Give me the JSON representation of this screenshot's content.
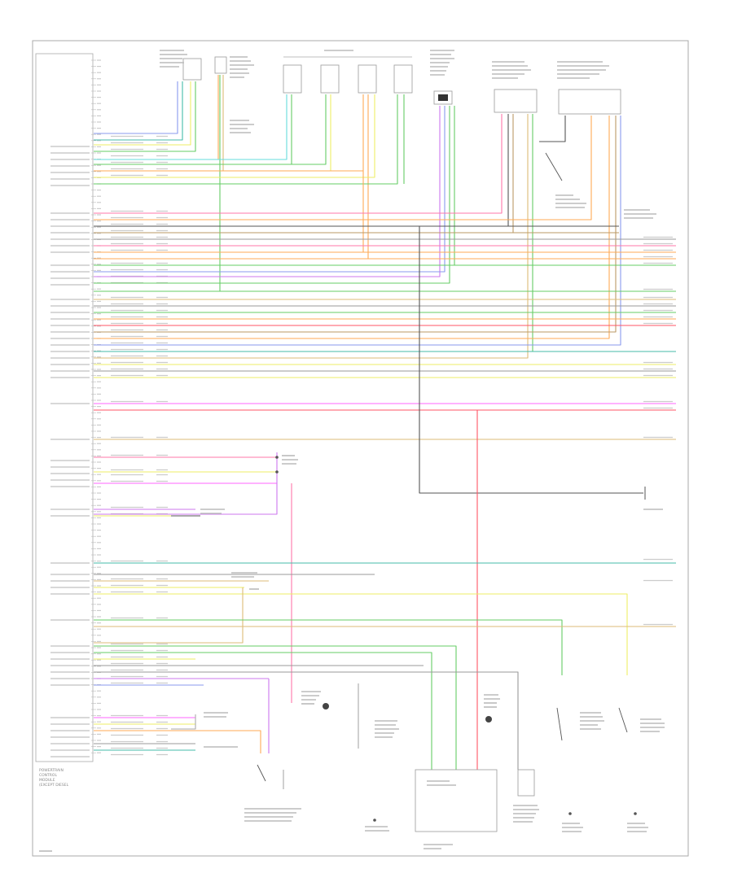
{
  "diagram": {
    "title_block": [
      "POWERTRAIN",
      "CONTROL",
      "MODULE",
      "(EXCEPT DIESEL"
    ],
    "page_footer": "",
    "wire_colors": {
      "pink": "#ff77aa",
      "red": "#ff5566",
      "green": "#66cc66",
      "gray": "#999999",
      "orange": "#ffaa55",
      "yellow": "#eeee66",
      "cyan": "#66dddd",
      "violet": "#cc77ee",
      "blue": "#8899ee",
      "teal": "#44bbaa",
      "tan": "#ddbb77",
      "black": "#555555",
      "magenta": "#ff66ff",
      "brown": "#bb9966"
    }
  }
}
